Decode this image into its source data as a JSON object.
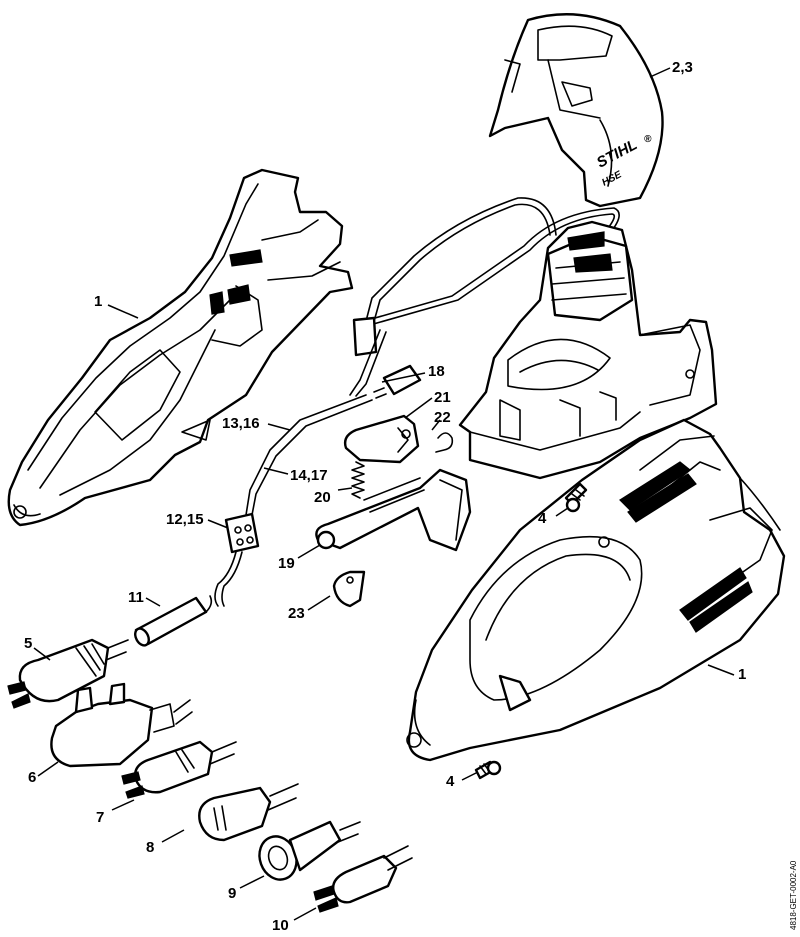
{
  "diagram": {
    "brand_mark": "STIHL",
    "brand_reg": "®",
    "model_mark": "HSE",
    "doc_ref": "4818-GET-0002-A0",
    "callouts": {
      "c_2_3": "2,3",
      "c_1_left": "1",
      "c_1_right": "1",
      "c_18": "18",
      "c_21": "21",
      "c_22": "22",
      "c_13_16": "13,16",
      "c_14_17": "14,17",
      "c_20": "20",
      "c_4_top": "4",
      "c_4_bottom": "4",
      "c_12_15": "12,15",
      "c_19": "19",
      "c_11": "11",
      "c_23": "23",
      "c_5": "5",
      "c_6": "6",
      "c_7": "7",
      "c_8": "8",
      "c_9": "9",
      "c_10": "10"
    }
  }
}
